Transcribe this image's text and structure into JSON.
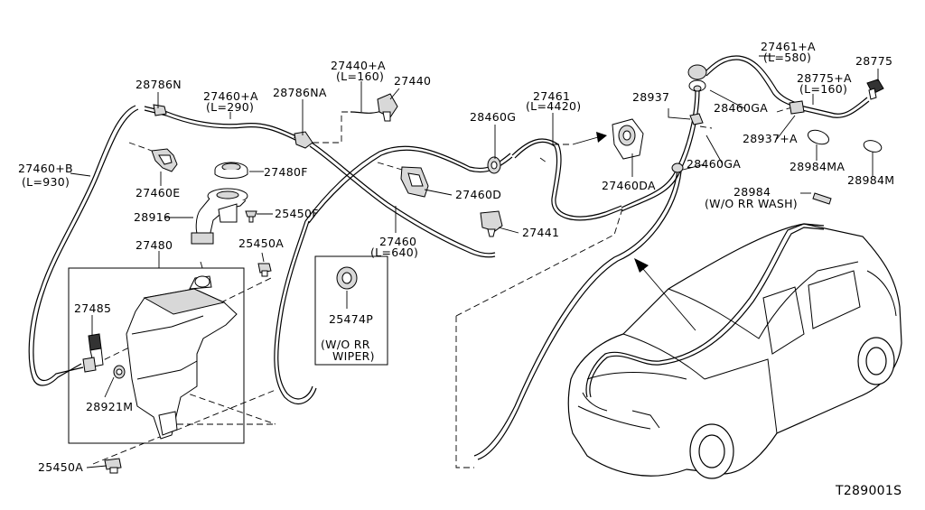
{
  "diagram_id": "T289001S",
  "labels": {
    "p27460_B": "27460+B",
    "p27460_B_len": "(L=930)",
    "p28786N": "28786N",
    "p27460_A": "27460+A",
    "p27460_A_len": "(L=290)",
    "p28786NA": "28786NA",
    "p27440_A": "27440+A",
    "p27440_A_len": "(L=160)",
    "p27440": "27440",
    "p27461": "27461",
    "p27461_len": "(L=4420)",
    "p28460G": "28460G",
    "p28937": "28937",
    "p27461_A": "27461+A",
    "p27461_A_len": "(L=580)",
    "p28775": "28775",
    "p28775_A": "28775+A",
    "p28775_A_len": "(L=160)",
    "p28460GA_1": "28460GA",
    "p28937_A": "28937+A",
    "p28460GA_2": "28460GA",
    "p28984MA": "28984MA",
    "p28984M": "28984M",
    "p27460E": "27460E",
    "p27480F": "27480F",
    "p28916": "28916",
    "p25450F": "25450F",
    "p27480": "27480",
    "p25450A_1": "25450A",
    "p27485": "27485",
    "p28921M": "28921M",
    "p25450A_2": "25450A",
    "p27460D": "27460D",
    "p27460DA": "27460DA",
    "p27460": "27460",
    "p27460_len": "(L=640)",
    "p27441": "27441",
    "p25474P": "25474P",
    "wo_rr_wiper_1": "(W/O RR",
    "wo_rr_wiper_2": "WIPER)",
    "p28984": "28984",
    "wo_rr_wash": "(W/O RR WASH)"
  }
}
